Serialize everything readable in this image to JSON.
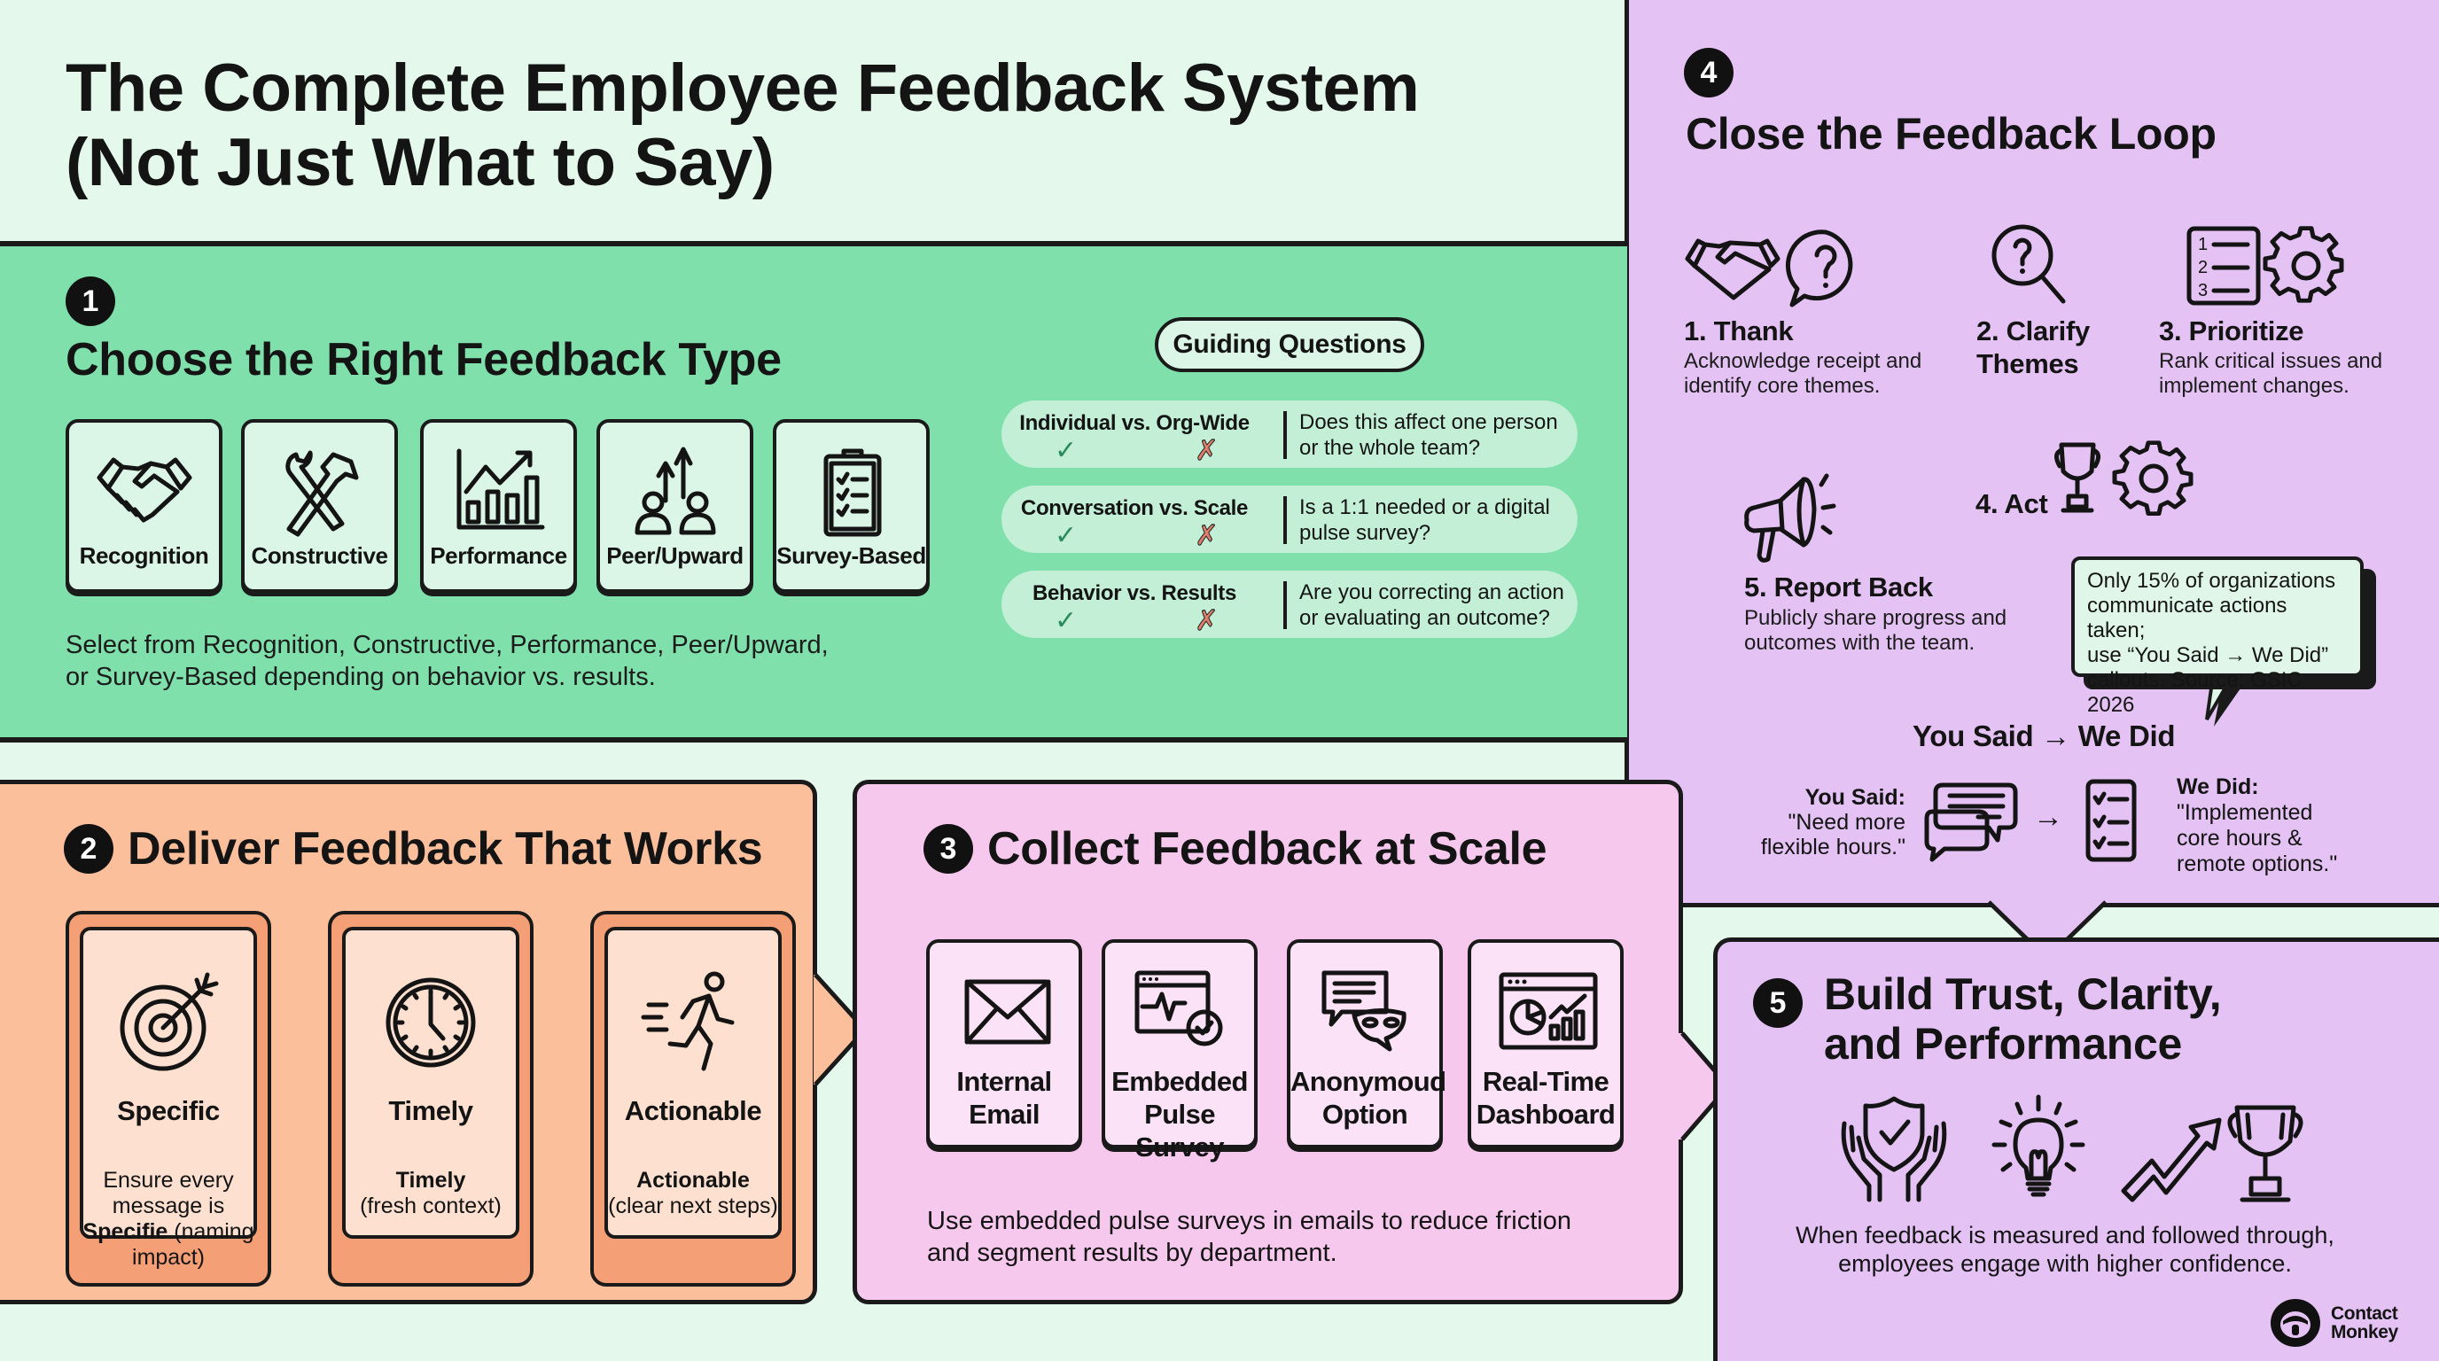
{
  "header": {
    "title_line1": "The Complete Employee Feedback System",
    "title_line2": "(Not Just What to Say)"
  },
  "colors": {
    "background": "#e4f8ec",
    "section1_green": "#7fe0ac",
    "section2_orange": "#fbbf9c",
    "section3_pink": "#f7c8ee",
    "section4_purple": "#e4c2f4",
    "check_green": "#2a8a5a",
    "cross_red": "#e0806a"
  },
  "section1": {
    "number": "1",
    "title": "Choose the Right Feedback Type",
    "types": [
      {
        "label": "Recognition",
        "icon": "handshake-icon"
      },
      {
        "label": "Constructive",
        "icon": "wrench-hammer-icon"
      },
      {
        "label": "Performance",
        "icon": "bar-chart-trend-icon"
      },
      {
        "label": "Peer/Upward",
        "icon": "people-arrows-up-icon"
      },
      {
        "label": "Survey-Based",
        "icon": "clipboard-checklist-icon"
      }
    ],
    "description_line1": "Select from Recognition, Constructive, Performance, Peer/Upward,",
    "description_line2": "or Survey-Based depending on behavior vs. results.",
    "guiding_questions": {
      "label": "Guiding Questions",
      "rows": [
        {
          "dimension": "Individual vs. Org-Wide",
          "question_line1": "Does this affect one person",
          "question_line2": "or the whole team?",
          "check": "✓",
          "cross": "✗"
        },
        {
          "dimension": "Conversation vs. Scale",
          "question_line1": "Is a 1:1 needed or a digital",
          "question_line2": "pulse survey?",
          "check": "✓",
          "cross": "✗"
        },
        {
          "dimension": "Behavior vs. Results",
          "question_line1": "Are you correcting an action",
          "question_line2": "or evaluating an outcome?",
          "check": "✓",
          "cross": "✗"
        }
      ]
    }
  },
  "section2": {
    "number": "2",
    "title": "Deliver Feedback That Works",
    "cards": [
      {
        "label": "Specific",
        "icon": "target-arrow-icon",
        "desc_line1": "Ensure every",
        "desc_line2": "message is",
        "desc_bold": "Specifie",
        "desc_line3_rest": " (naming",
        "desc_line4": "impact)"
      },
      {
        "label": "Timely",
        "icon": "clock-icon",
        "desc_bold": "Timely",
        "desc_line2": "(fresh context)"
      },
      {
        "label": "Actionable",
        "icon": "running-person-icon",
        "desc_bold": "Actionable",
        "desc_line2": "(clear next steps)"
      }
    ]
  },
  "section3": {
    "number": "3",
    "title": "Collect Feedback at Scale",
    "channels": [
      {
        "line1": "Internal",
        "line2": "Email",
        "icon": "envelope-icon"
      },
      {
        "line1": "Embedded",
        "line2": "Pulse Survey",
        "icon": "browser-pulse-check-icon"
      },
      {
        "line1": "Anonymoud",
        "line2": "Option",
        "icon": "chat-mask-icon"
      },
      {
        "line1": "Real-Time",
        "line2": "Dashboard",
        "icon": "dashboard-charts-icon"
      }
    ],
    "description_line1": "Use embedded pulse surveys in emails to reduce friction",
    "description_line2": "and segment results by department."
  },
  "section4": {
    "number": "4",
    "title": "Close the Feedback Loop",
    "steps": [
      {
        "title": "1. Thank",
        "desc_line1": "Acknowledge receipt and",
        "desc_line2": "identify core themes."
      },
      {
        "title_line1": "2. Clarify",
        "title_line2": "Themes"
      },
      {
        "title": "3. Prioritize",
        "desc_line1": "Rank critical issues and",
        "desc_line2": "implement changes."
      },
      {
        "title": "4. Act"
      },
      {
        "title": "5. Report Back",
        "desc_line1": "Publicly share progress and",
        "desc_line2": "outcomes with the team."
      }
    ],
    "callout": {
      "line1": "Only 15% of organizations",
      "line2": "communicate actions taken;",
      "line3": "use “You Said → We Did”",
      "line4": "callouts. Source: GSIC 2026"
    },
    "you_said_we_did": {
      "title": "You Said → We Did",
      "you_said_label": "You Said:",
      "you_said_line1": "\"Need more",
      "you_said_line2": "flexible hours.\"",
      "arrow": "→",
      "we_did_label": "We Did:",
      "we_did_line1": "\"Implemented",
      "we_did_line2": "core hours &",
      "we_did_line3": "remote options.\""
    }
  },
  "section5": {
    "number": "5",
    "title_line1": "Build Trust, Clarity,",
    "title_line2": "and Performance",
    "icons": [
      "hands-shield-check-icon",
      "lightbulb-icon",
      "trend-arrow-icon",
      "trophy-icon"
    ],
    "description_line1": "When feedback is measured and followed through,",
    "description_line2": "employees engage with higher confidence."
  },
  "brand": {
    "line1": "Contact",
    "line2": "Monkey"
  }
}
